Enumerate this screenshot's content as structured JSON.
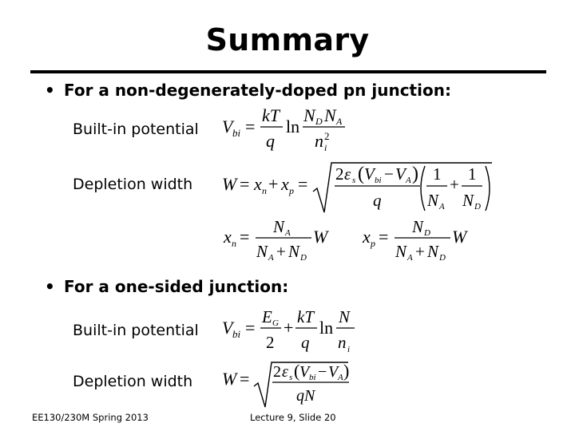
{
  "title": "Summary",
  "bullets": [
    {
      "text": "For a non-degenerately-doped pn junction:"
    },
    {
      "text": "For a one-sided junction:"
    }
  ],
  "labels": {
    "builtin_1": "Built-in potential",
    "depletion_1": "Depletion width",
    "builtin_2": "Built-in potential",
    "depletion_2": "Depletion width"
  },
  "footer": {
    "left": "EE130/230M Spring 2013",
    "right": "Lecture 9, Slide 20"
  }
}
